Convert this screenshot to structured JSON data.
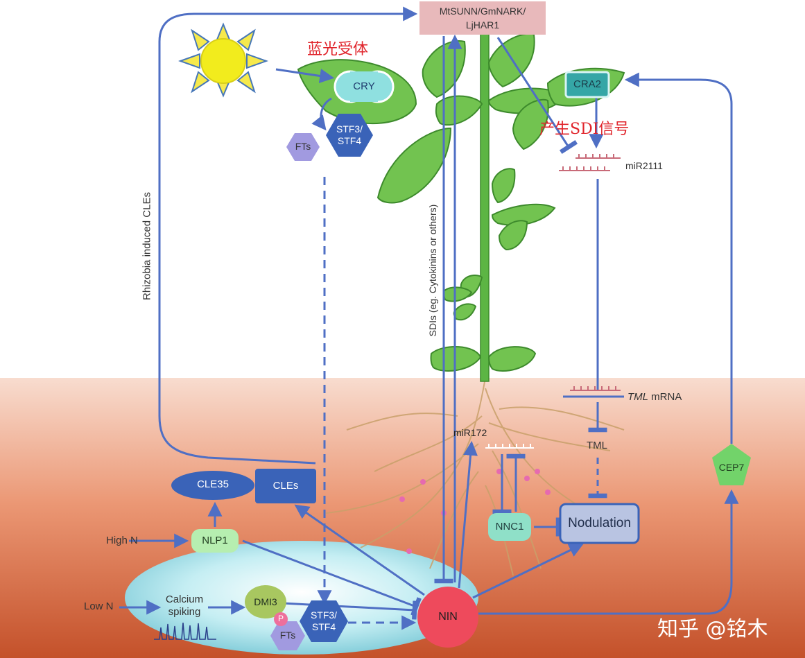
{
  "receptor": "MtSUNN/GmNARK/\nLjHAR1",
  "annotations": {
    "blue_light_receptor": "蓝光受体",
    "sdi_signal": "产生SDI信号"
  },
  "nodes": {
    "cry": "CRY",
    "stf_shoot": "STF3/\nSTF4",
    "fts_shoot": "FTs",
    "cra2": "CRA2",
    "mir2111": "miR2111",
    "tml_mrna_italic": "TML",
    "tml_mrna_rest": " mRNA",
    "tml": "TML",
    "nodulation": "Nodulation",
    "mir172": "miR172",
    "nnc1": "NNC1",
    "cep7": "CEP7",
    "cle35": "CLE35",
    "cles": "CLEs",
    "nlp1": "NLP1",
    "high_n": "High N",
    "low_n": "Low N",
    "calcium": "Calcium\nspiking",
    "dmi3": "DMI3",
    "phospho": "P",
    "fts_root": "FTs",
    "stf_root": "STF3/\nSTF4",
    "nin": "NIN"
  },
  "side_labels": {
    "rhizobia": "Rhizobia induced CLEs",
    "sdis": "SDIs (eg. Cytokinins or others)"
  },
  "watermark": "知乎 @铭木",
  "colors": {
    "arrow": "#4f6fc4",
    "soil_top": "#f6d3c4",
    "soil_bottom": "#c8562b",
    "leaf": "#6cc04e",
    "dark_blue_node": "#3a63b8",
    "light_green_node": "#b6eeb0",
    "nin_red": "#ee4a5c",
    "receptor_pink": "#e8b9bb"
  }
}
